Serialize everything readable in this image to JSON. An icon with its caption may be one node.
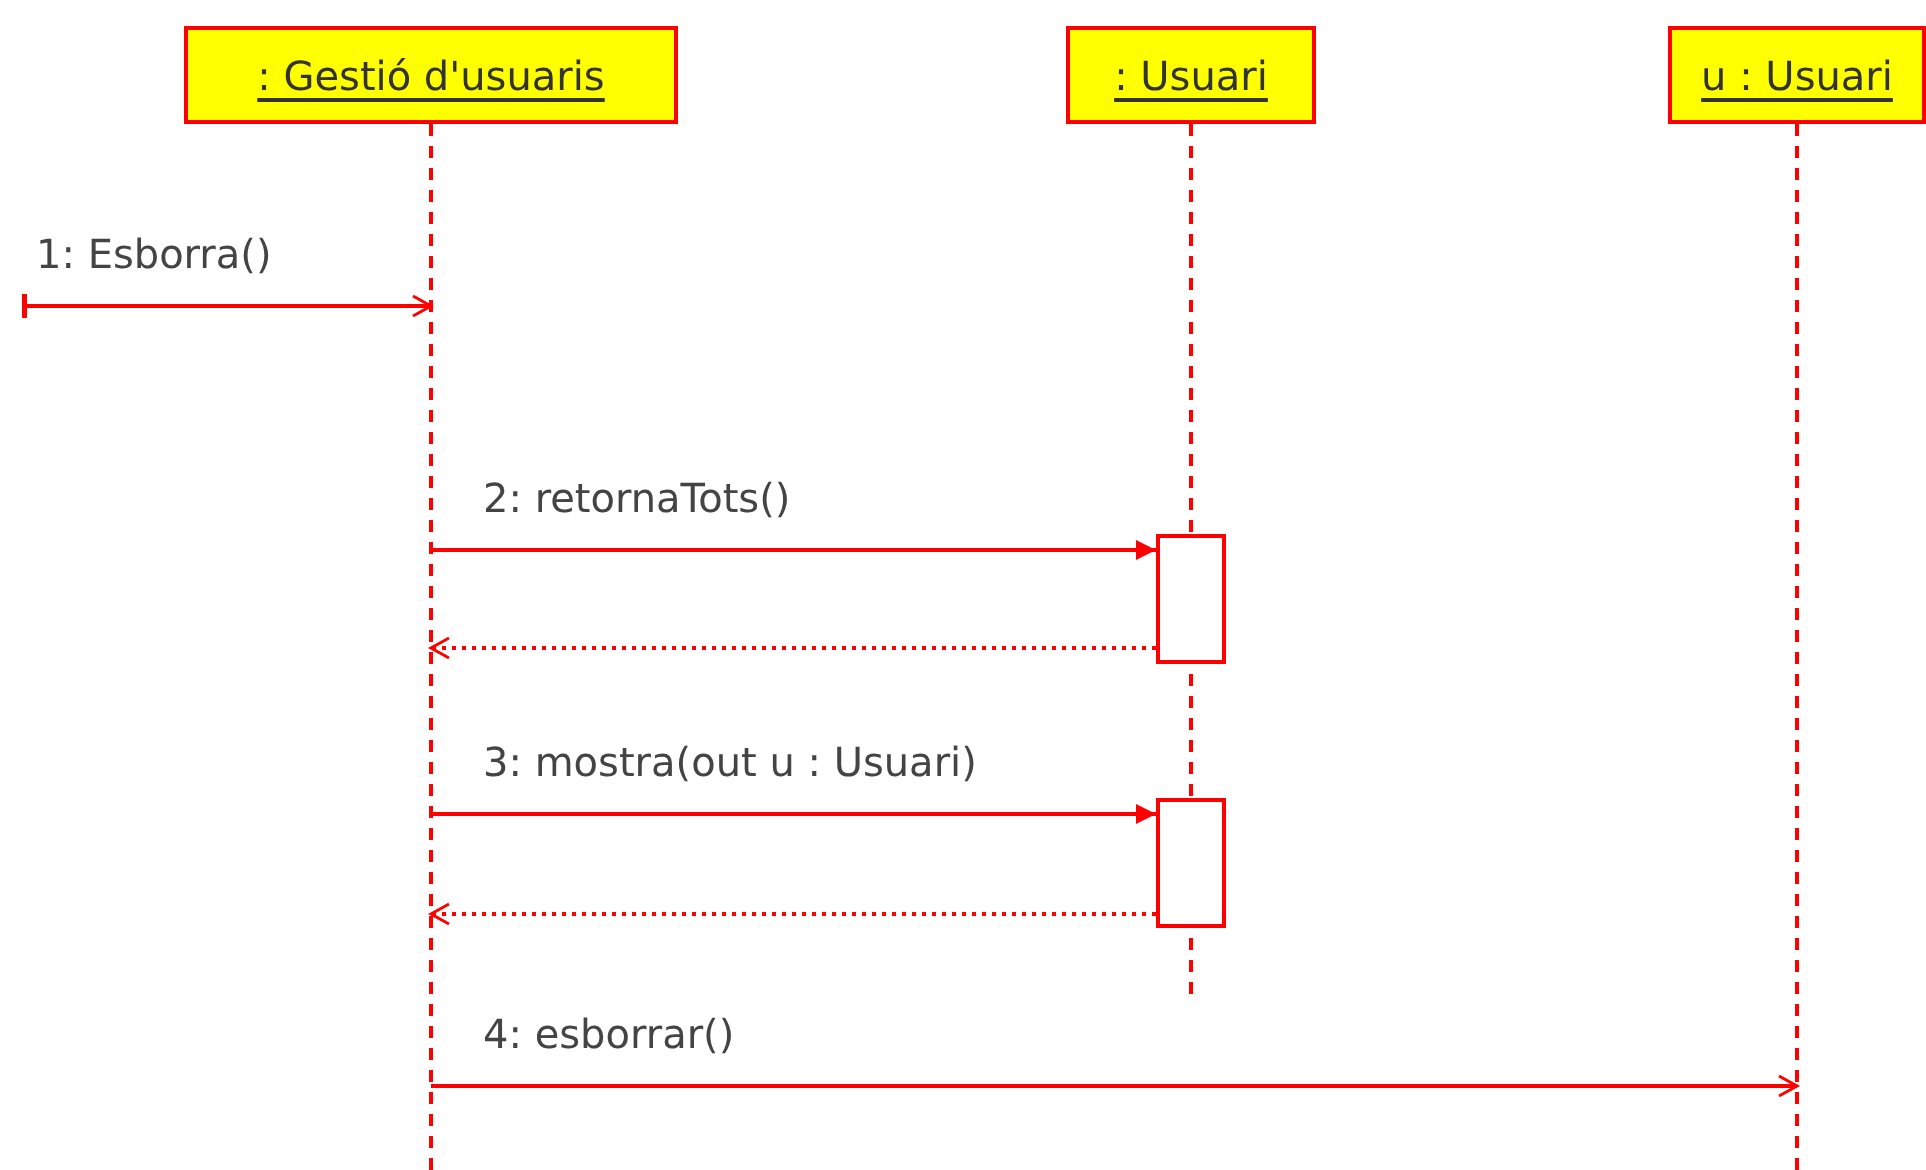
{
  "diagram": {
    "nodes": [
      {
        "text": [
          ": Gestió d'usuaris"
        ]
      },
      {
        "text": [
          ": Usuari"
        ]
      },
      {
        "text": [
          "u : Usuari"
        ]
      },
      {
        "text": [],
        "shape": "bar",
        "in": 1
      },
      {
        "text": [],
        "shape": "bar",
        "in": 1
      }
    ],
    "edges": [
      {
        "from": null,
        "to": 0,
        "arrow": "to",
        "label": "1: Esborra()"
      },
      {
        "from": 0,
        "to": 3,
        "arrow": "to",
        "label": "2: retornaTots()"
      },
      {
        "from": 3,
        "to": 0,
        "arrow": "to",
        "style": "dashed"
      },
      {
        "from": 0,
        "to": 4,
        "arrow": "to",
        "label": "3: mostra(out u : Usuari)"
      },
      {
        "from": 4,
        "to": 0,
        "arrow": "to",
        "style": "dashed"
      },
      {
        "from": 0,
        "to": 2,
        "arrow": "to",
        "label": "4: esborrar()"
      }
    ]
  }
}
